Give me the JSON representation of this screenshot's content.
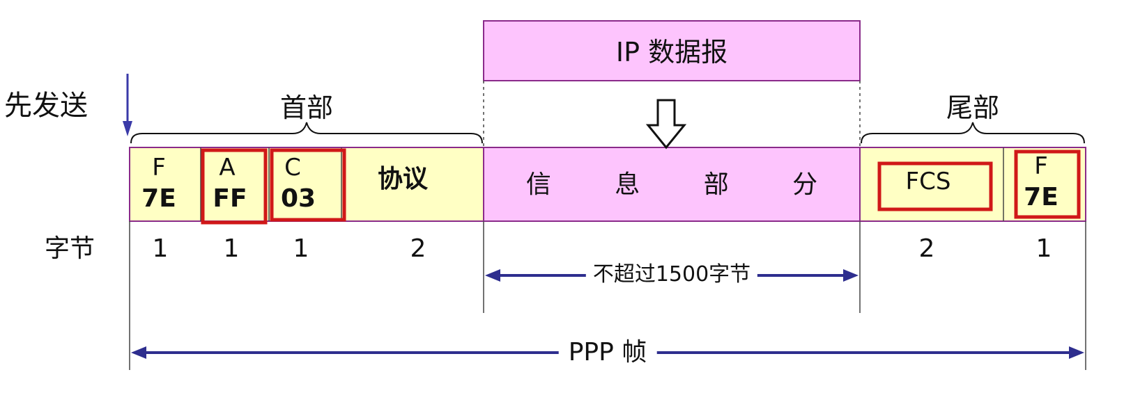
{
  "send_first_label": "先发送",
  "header_label": "首部",
  "trailer_label": "尾部",
  "ip_datagram_label": "IP 数据报",
  "info_label": "信 息 部 分",
  "fields": {
    "flag_start": {
      "name": "F",
      "value": "7E",
      "bytes": "1"
    },
    "address": {
      "name": "A",
      "value": "FF",
      "bytes": "1"
    },
    "control": {
      "name": "C",
      "value": "03",
      "bytes": "1"
    },
    "protocol": {
      "name": "协议",
      "bytes": "2"
    },
    "fcs": {
      "name": "FCS",
      "bytes": "2"
    },
    "flag_end": {
      "name": "F",
      "value": "7E",
      "bytes": "1"
    }
  },
  "bytes_row_label": "字节",
  "info_limit_label": "不超过1500字节",
  "frame_label": "PPP 帧",
  "colors": {
    "header_fill": "#ffffc4",
    "payload_fill": "#fdc4fd",
    "outline": "#8a2a8a",
    "highlight": "#d01818",
    "arrow": "#2e2e8e"
  }
}
